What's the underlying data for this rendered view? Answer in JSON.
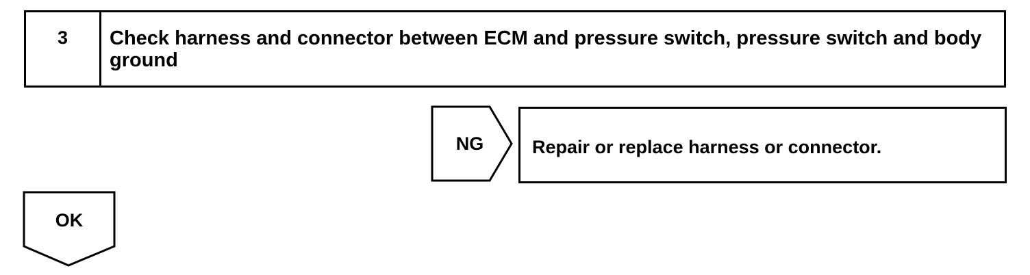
{
  "step": {
    "number": "3",
    "title": "Check harness and connector between ECM and pressure switch, pressure switch and body ground"
  },
  "ng_branch": {
    "label": "NG",
    "action": "Repair or replace harness or connector."
  },
  "ok_branch": {
    "label": "OK"
  }
}
